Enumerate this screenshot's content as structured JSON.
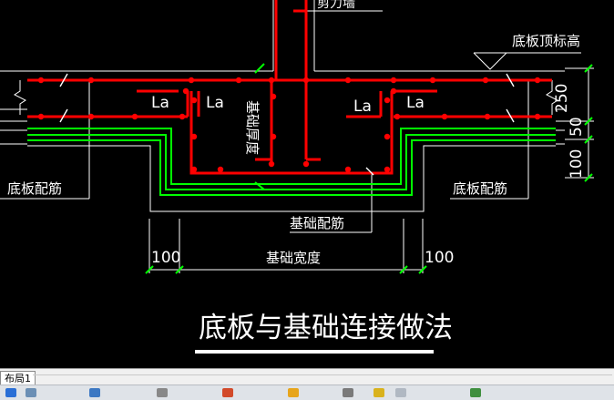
{
  "labels": {
    "wall": "剪力墙",
    "slab_top_elevation": "底板顶标高",
    "la_1": "La",
    "la_2": "La",
    "la_3": "La",
    "la_4": "La",
    "foundation_thickness": "基础厚度",
    "slab_rebar_left": "底板配筋",
    "slab_rebar_right": "底板配筋",
    "foundation_rebar": "基础配筋",
    "foundation_width": "基础宽度"
  },
  "dimensions": {
    "right_250": "250",
    "right_50": "50",
    "right_100": "100",
    "bottom_left_100": "100",
    "bottom_right_100": "100"
  },
  "title": "底板与基础连接做法",
  "layout_tab": "布局1",
  "colors": {
    "background": "#000000",
    "rebar": "#ff0000",
    "outline": "#00ff00",
    "dim_tick": "#00ff00",
    "text": "#ffffff"
  },
  "icons": [
    "start-icon",
    "app-icon-1",
    "app-icon-2",
    "app-icon-3",
    "app-icon-4",
    "app-icon-5",
    "app-icon-6",
    "app-icon-7",
    "app-icon-8",
    "app-icon-9"
  ]
}
